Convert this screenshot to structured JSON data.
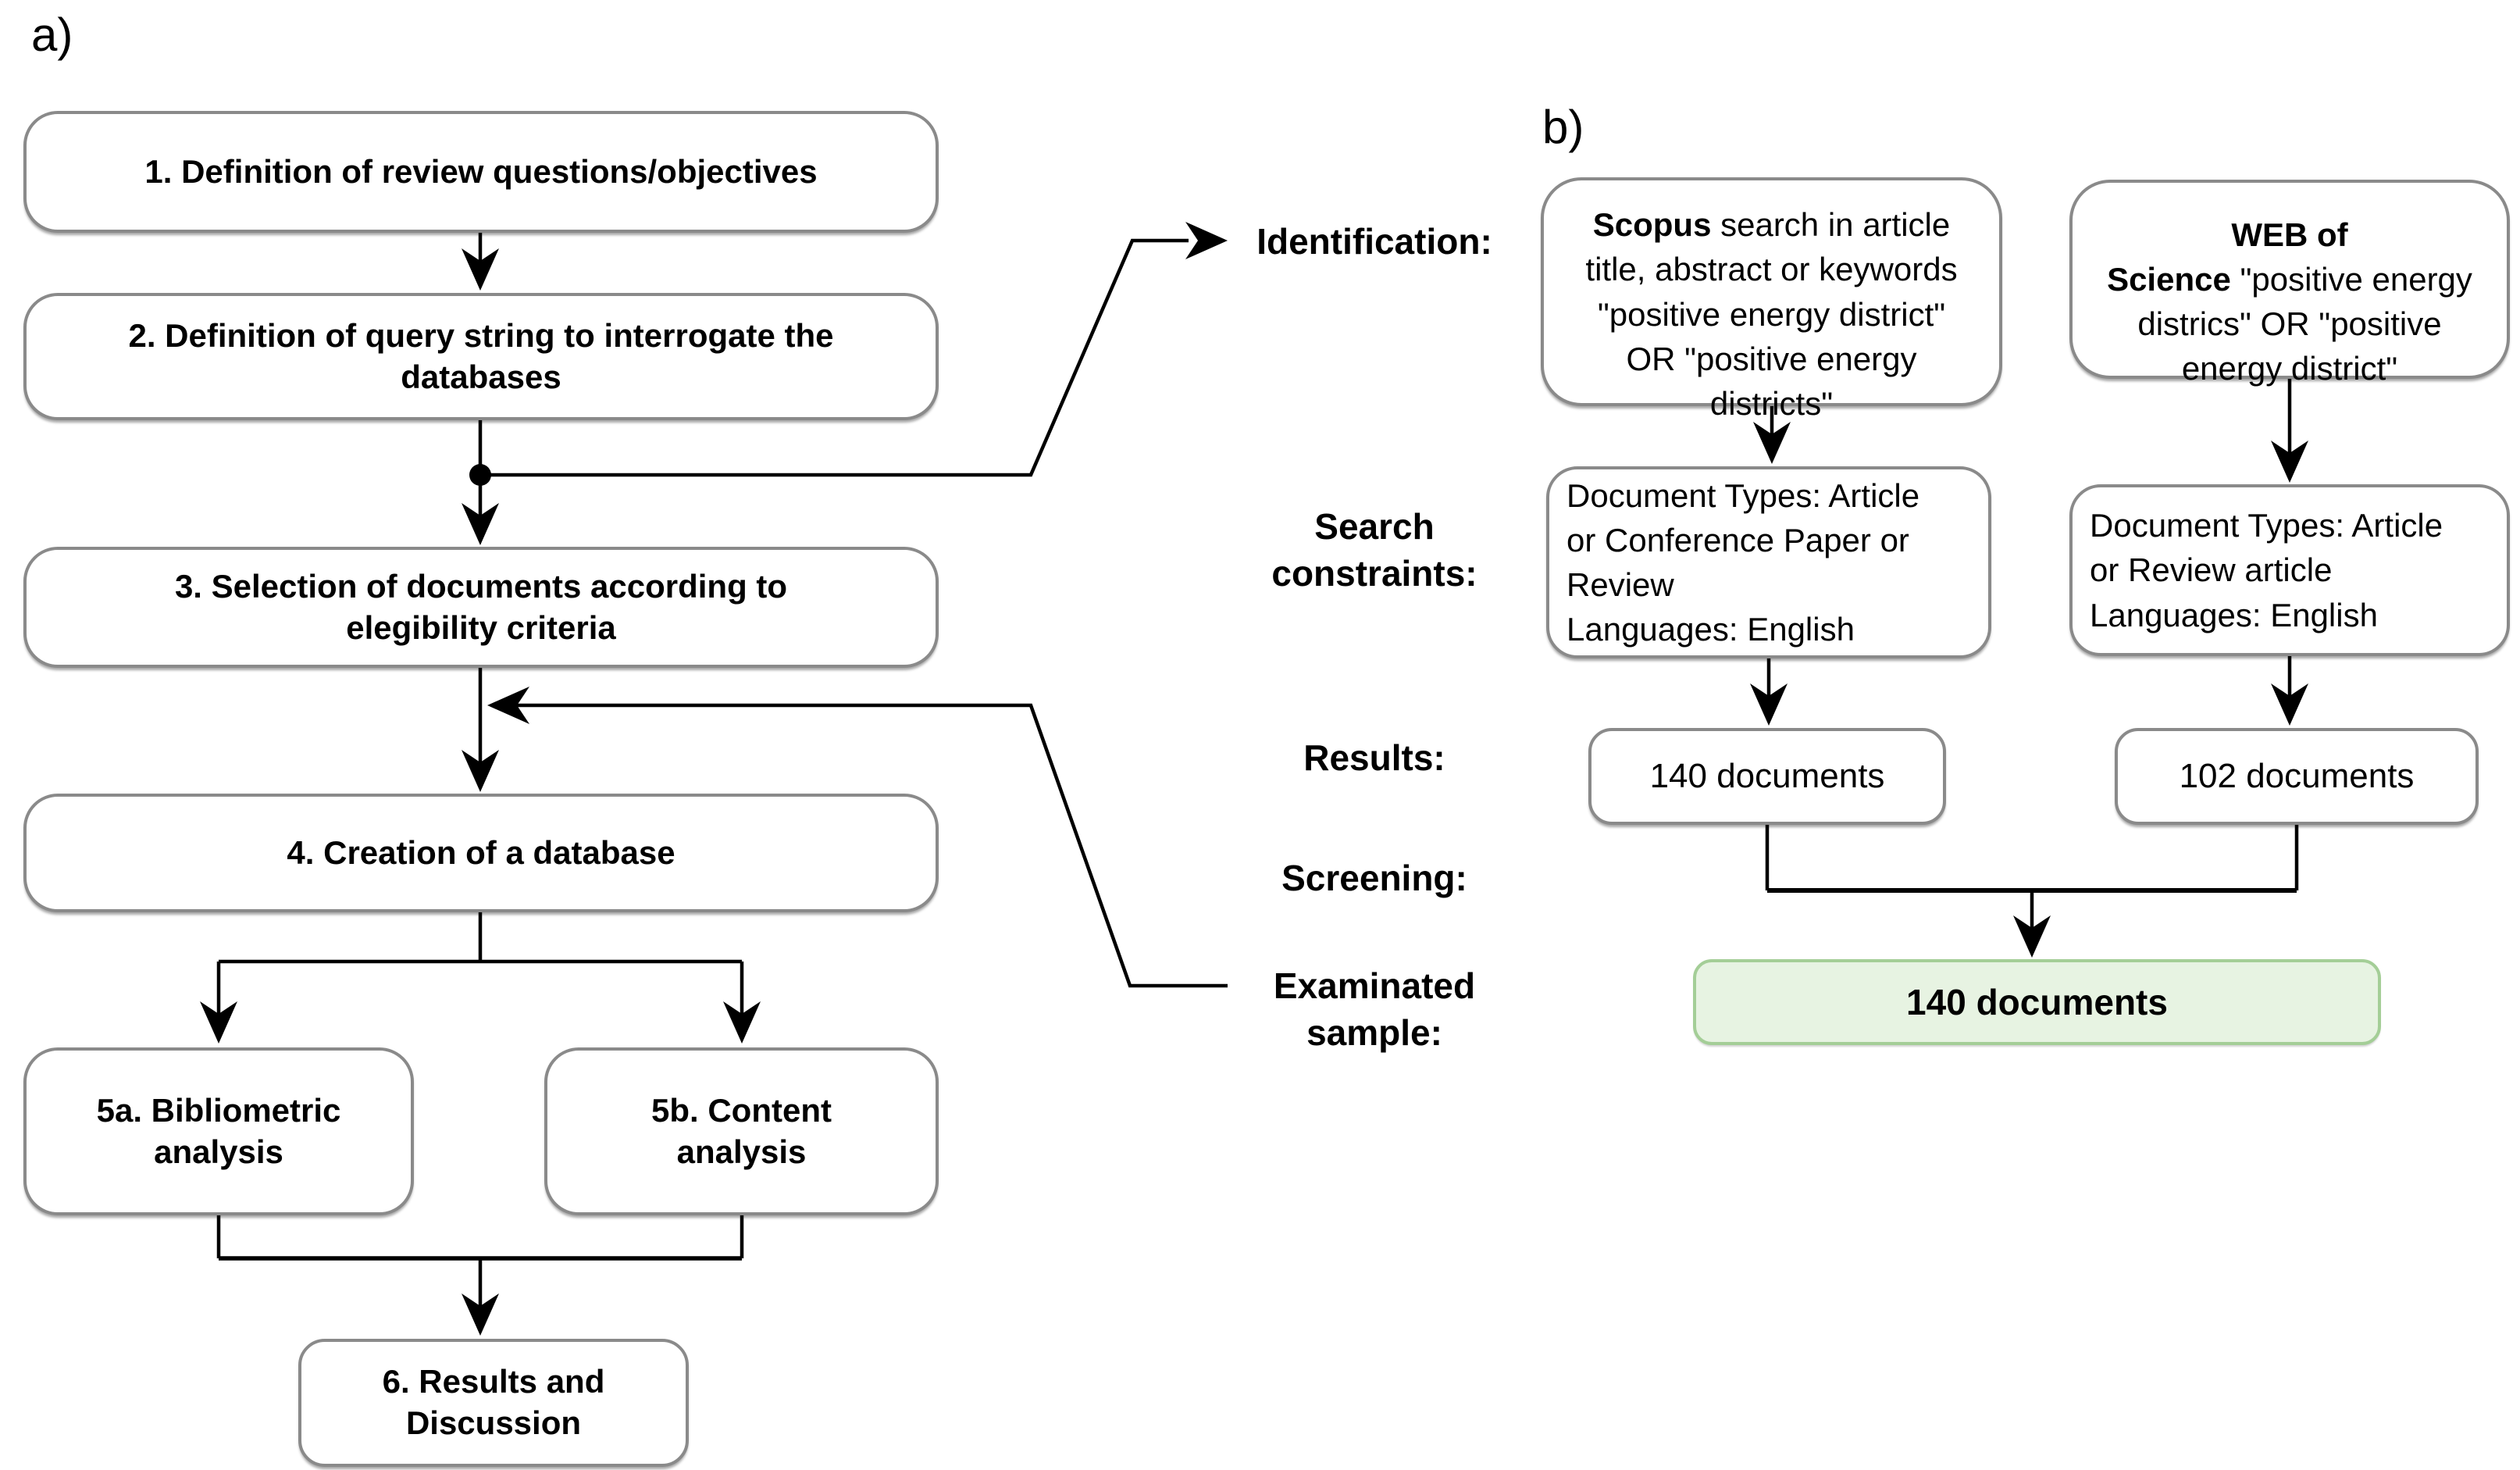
{
  "panel_a": {
    "label": "a)",
    "box1": "1. Definition of review questions/objectives",
    "box2": "2. Definition of query string to interrogate the\ndatabases",
    "box3": "3. Selection of documents according to\nelegibility criteria",
    "box4": "4. Creation of a database",
    "box5a": "5a. Bibliometric\nanalysis",
    "box5b": "5b. Content\nanalysis",
    "box6": "6. Results and\nDiscussion"
  },
  "panel_b": {
    "label": "b)",
    "rows": {
      "identification": "Identification:",
      "search_constraints": "Search\nconstraints:",
      "results": "Results:",
      "screening": "Screening:",
      "examined_sample": "Examinated\nsample:"
    },
    "scopus_search": {
      "bold": "Scopus",
      "rest": " search in article\ntitle, abstract or keywords\n\"positive energy district\"\nOR \"positive energy\ndistricts\""
    },
    "wos_search": {
      "bold": "WEB of\nScience",
      "rest": " \"positive energy\ndistrics\" OR \"positive\nenergy district\""
    },
    "scopus_constraints": "Document Types: Article\nor Conference Paper or\nReview\nLanguages: English",
    "wos_constraints": "Document Types: Article\nor Review article\nLanguages: English",
    "scopus_results": "140 documents",
    "wos_results": "102 documents",
    "examined_sample_value": "140 documents"
  },
  "colors": {
    "line": "#000000",
    "box_border": "#8a8a8a",
    "examined_fill": "#e7f3e2",
    "examined_border": "#a4ce97"
  }
}
